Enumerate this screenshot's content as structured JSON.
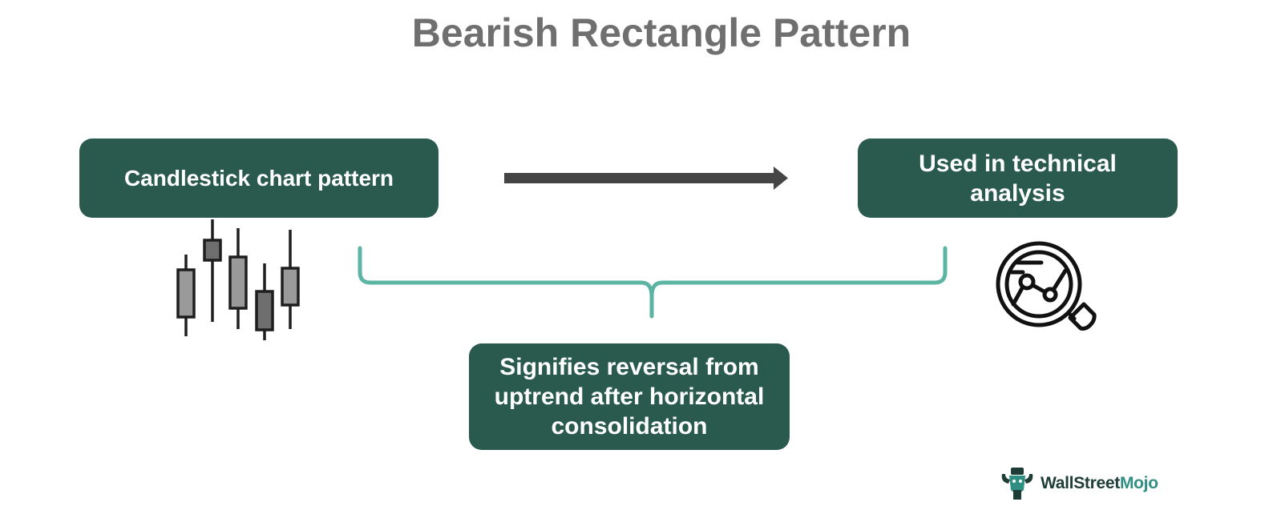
{
  "title": "Bearish Rectangle Pattern",
  "boxes": {
    "left": "Candlestick chart pattern",
    "right": "Used in technical analysis",
    "bottom": "Signifies reversal from uptrend after horizontal consolidation"
  },
  "logo": {
    "part1": "Wall",
    "part2": "Street",
    "part3": "Mojo"
  },
  "colors": {
    "box_bg": "#2a5a4e",
    "title": "#6f6f6f",
    "brace": "#5bb5a2",
    "arrow": "#454545"
  },
  "icons": [
    "candlestick-chart-icon",
    "magnifier-analysis-icon",
    "bull-logo-icon"
  ]
}
